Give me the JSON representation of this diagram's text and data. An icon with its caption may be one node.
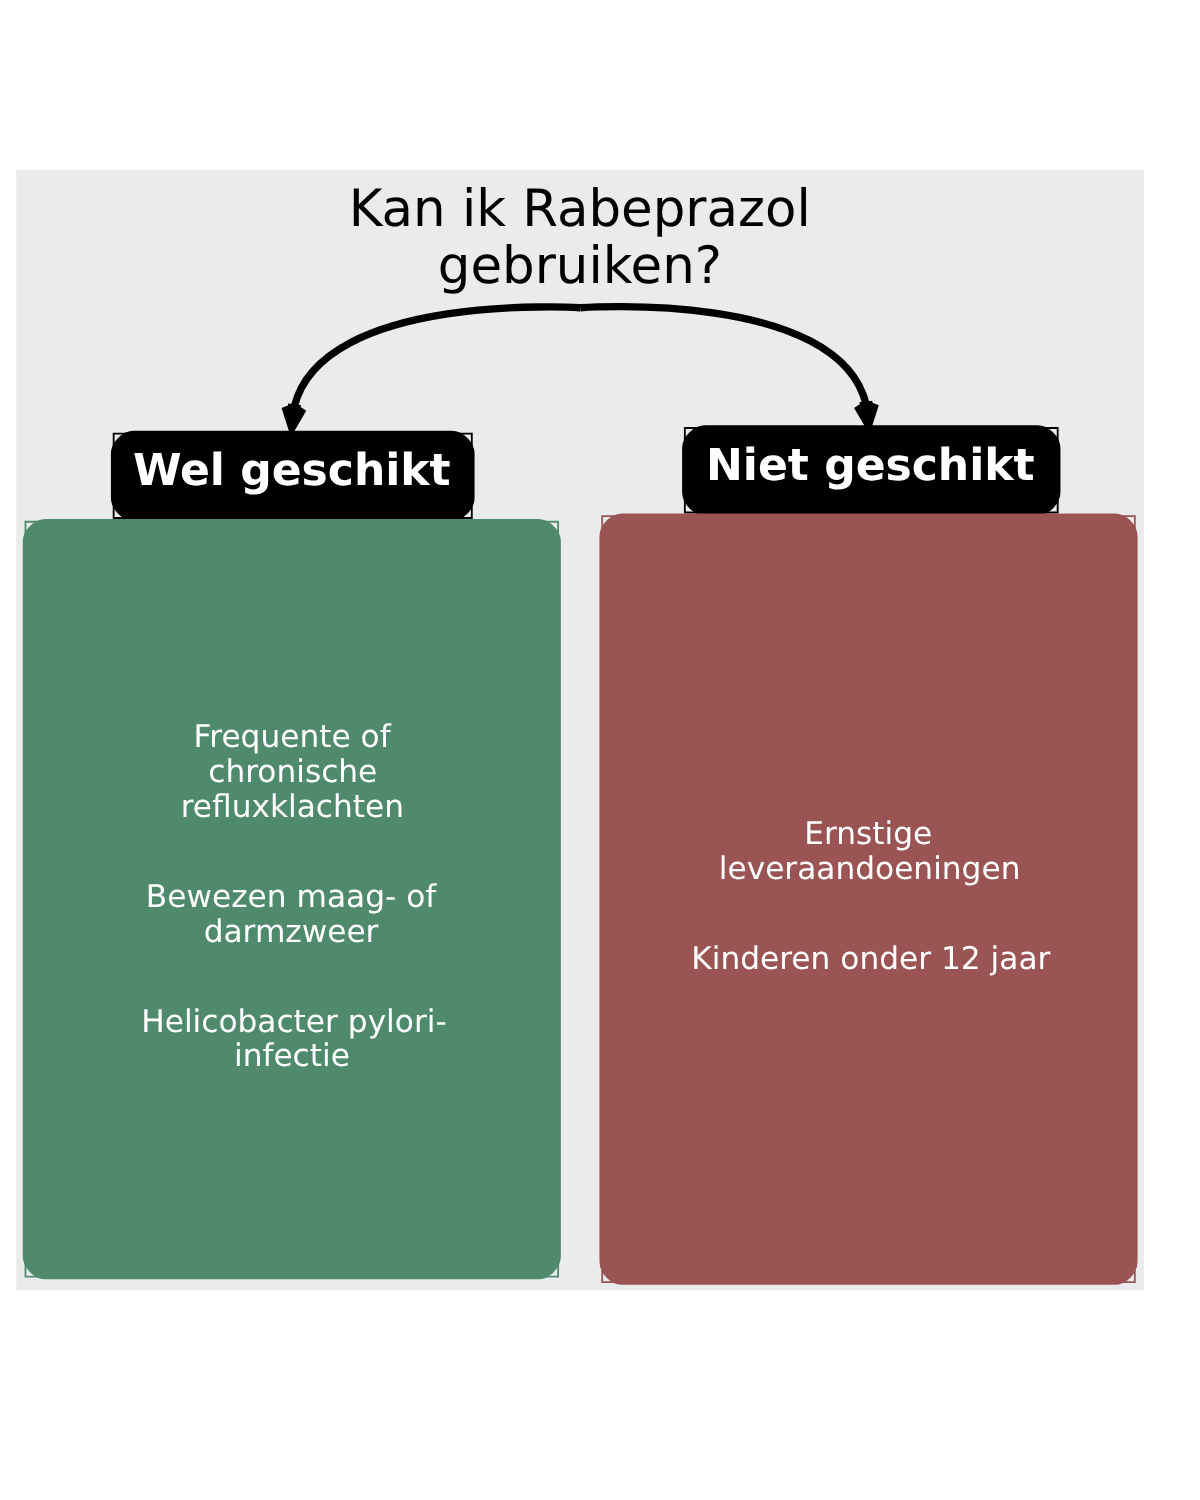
{
  "diagram": {
    "nodes": [
      {
        "text": [
          "Kan ik Rabeprazol gebruiken?"
        ]
      },
      {
        "text": [
          "Wel geschikt",
          "Frequente of chronische refluxklachten",
          "Bewezen maag- of darmzweer",
          "Helicobacter pylori-infectie"
        ]
      },
      {
        "text": [
          "Niet geschikt",
          "Ernstige leveraandoeningen",
          "Kinderen onder 12 jaar"
        ]
      }
    ],
    "edges": [
      {
        "from": 0,
        "to": 1,
        "arrow": "to"
      },
      {
        "from": 0,
        "to": 2,
        "arrow": "to"
      }
    ]
  }
}
